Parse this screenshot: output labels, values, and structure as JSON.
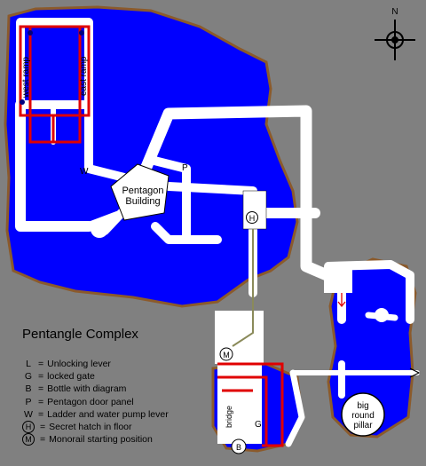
{
  "map": {
    "title": "Pentangle Complex",
    "labels": {
      "west_ramp": "west ramp",
      "east_ramp": "east ramp",
      "pentagon": [
        "Pentagon",
        "Building"
      ],
      "big_round_pillar": [
        "big",
        "round",
        "pillar"
      ],
      "bridge": "bridge",
      "marker_w": "W",
      "marker_p": "P",
      "marker_g": "G",
      "marker_h": "H",
      "marker_m": "M",
      "marker_b": "B",
      "compass_n": "N"
    },
    "legend": [
      {
        "key": "L",
        "text": "Unlocking lever",
        "circled": false
      },
      {
        "key": "G",
        "text": "locked gate",
        "circled": false
      },
      {
        "key": "B",
        "text": "Bottle with diagram",
        "circled": false
      },
      {
        "key": "P",
        "text": "Pentagon door panel",
        "circled": false
      },
      {
        "key": "W",
        "text": "Ladder and water pump lever",
        "circled": false
      },
      {
        "key": "H",
        "text": "Secret hatch in floor",
        "circled": true
      },
      {
        "key": "M",
        "text": "Monorail starting position",
        "circled": true
      }
    ],
    "colors": {
      "background": "#808080",
      "water": "#0000ff",
      "shore": "#8b5a2b",
      "path": "#ffffff",
      "highlight": "#e00000",
      "monorail": "#8a8a5a"
    }
  }
}
